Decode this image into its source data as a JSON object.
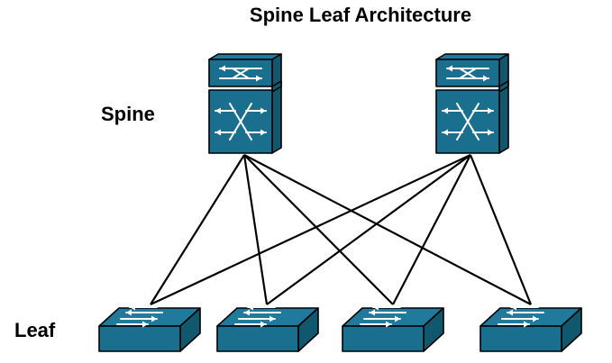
{
  "title": "Spine Leaf Architecture",
  "labels": {
    "spine": "Spine",
    "leaf": "Leaf"
  },
  "colors": {
    "device_face": "#1a6f8e",
    "device_top": "#1f7a9c",
    "device_side": "#11586f",
    "link": "#000000"
  },
  "spines": [
    {
      "id": "spine-1",
      "icon": "multilayer-switch-icon"
    },
    {
      "id": "spine-2",
      "icon": "multilayer-switch-icon"
    }
  ],
  "leaves": [
    {
      "id": "leaf-1",
      "icon": "workgroup-switch-icon"
    },
    {
      "id": "leaf-2",
      "icon": "workgroup-switch-icon"
    },
    {
      "id": "leaf-3",
      "icon": "workgroup-switch-icon"
    },
    {
      "id": "leaf-4",
      "icon": "workgroup-switch-icon"
    }
  ],
  "links": [
    [
      "spine-1",
      "leaf-1"
    ],
    [
      "spine-1",
      "leaf-2"
    ],
    [
      "spine-1",
      "leaf-3"
    ],
    [
      "spine-1",
      "leaf-4"
    ],
    [
      "spine-2",
      "leaf-1"
    ],
    [
      "spine-2",
      "leaf-2"
    ],
    [
      "spine-2",
      "leaf-3"
    ],
    [
      "spine-2",
      "leaf-4"
    ]
  ]
}
